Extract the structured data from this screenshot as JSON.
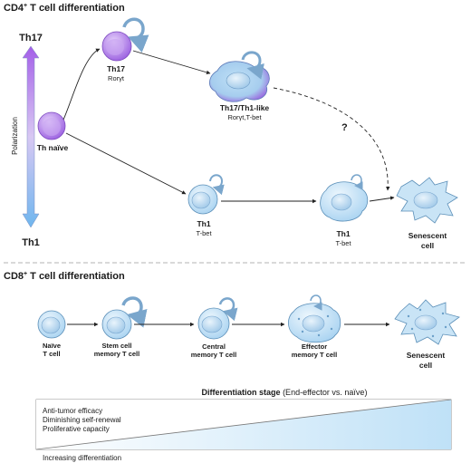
{
  "cd4": {
    "title_main": "CD4",
    "title_sup": "+",
    "title_rest": " T cell differentiation",
    "axis": {
      "top": "Th17",
      "bottom": "Th1",
      "label": "Polarization"
    },
    "cells": {
      "naive": {
        "name": "Th naïve"
      },
      "th17": {
        "name": "Th17",
        "marker": "Rorγt"
      },
      "th17th1": {
        "name": "Th17/Th1-like",
        "marker": "Rorγt,T-bet"
      },
      "th1a": {
        "name": "Th1",
        "marker": "T-bet"
      },
      "th1b": {
        "name": "Th1",
        "marker": "T-bet"
      },
      "senescent": {
        "name1": "Senescent",
        "name2": "cell"
      }
    },
    "question_mark": "?"
  },
  "cd8": {
    "title_main": "CD8",
    "title_sup": "+",
    "title_rest": " T cell differentiation",
    "cells": {
      "naive": {
        "l1": "Naïve",
        "l2": "T cell"
      },
      "stem": {
        "l1": "Stem cell",
        "l2": "memory T cell"
      },
      "central": {
        "l1": "Central",
        "l2": "memory T cell"
      },
      "effector": {
        "l1": "Effector",
        "l2": "memory T cell"
      },
      "senescent": {
        "l1": "Senescent",
        "l2": "cell"
      }
    }
  },
  "stage": {
    "title_bold": "Differentiation stage",
    "title_rest": " (End-effector vs. naïve)",
    "decreasing": [
      "Anti-tumor efficacy",
      "Diminishing self-renewal",
      "Proliferative capacity"
    ],
    "increasing": "Increasing differentiation"
  },
  "colors": {
    "purple": "#a974e6",
    "blue": "#9fd0f2",
    "cell_blue": "#cfe6f7",
    "cell_outline": "#5b8fb8",
    "loop": "#7aa6cc"
  }
}
